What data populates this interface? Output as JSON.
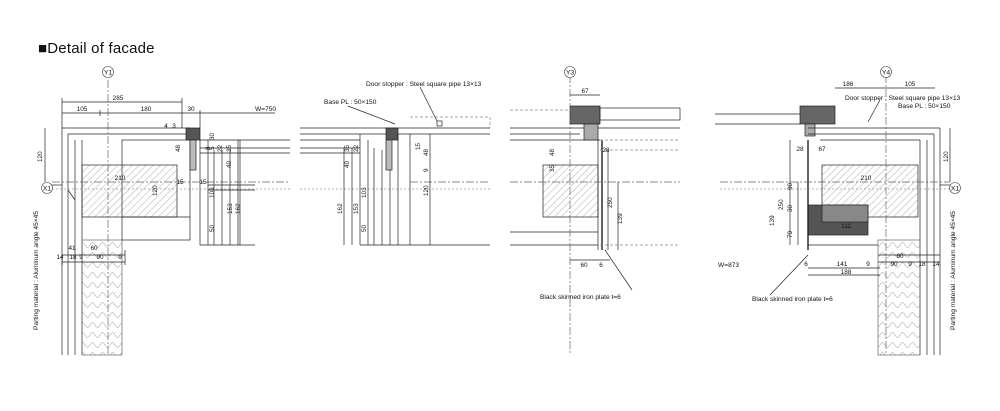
{
  "title": "■Detail of facade",
  "grid_tags": {
    "y1": "Y1",
    "y3": "Y3",
    "y4": "Y4",
    "x1_left": "X1",
    "x1_right": "X1"
  },
  "labels": {
    "door_stopper": "Door stopper : Steel square pipe 13×13",
    "base_pl_mid": "Base PL : 50×150",
    "base_pl_right": "Base PL : 50×150",
    "door_stopper_right": "Door stopper : Steel square pipe 13×13",
    "parting_left": "Parting material : Aluminum angle 45×45",
    "parting_right": "Parting material : Aluminum angle 45×45",
    "iron_plate_mid": "Black skinned iron plate t=6",
    "iron_plate_right": "Black skinned iron plate t=6",
    "w750": "W=750",
    "w873": "W=873"
  },
  "dims": {
    "d285": "285",
    "d105a": "105",
    "d180": "180",
    "d30a": "30",
    "d120a": "120",
    "d210a": "210",
    "d120b": "120",
    "d41": "41",
    "d60a": "60",
    "d14a": "14",
    "d18a": "18",
    "d9a": "9",
    "d90a": "90",
    "d9b": "9",
    "d162a": "162",
    "d153a": "153",
    "d103a": "103",
    "d50a": "50",
    "d40a": "40",
    "d35a": "35",
    "d22a": "22",
    "d15a": "15",
    "d15b": "15",
    "d5a": "5",
    "d30b": "30",
    "d48a": "48",
    "d4a": "4",
    "d3a": "3",
    "d8a": "8",
    "d162b": "162",
    "d153b": "153",
    "d103b": "103",
    "d50b": "50",
    "d40b": "40",
    "d35b": "35",
    "d22b": "22",
    "d120c": "120",
    "d48b": "48",
    "d15c": "15",
    "d9c": "9",
    "d67a": "67",
    "d250a": "250",
    "d139a": "139",
    "d60b": "60",
    "d6a": "6",
    "d28a": "28",
    "d35c": "35",
    "d48c": "48",
    "d186": "186",
    "d105b": "105",
    "d67b": "67",
    "d28b": "28",
    "d210b": "210",
    "d90b": "90",
    "d30c": "30",
    "d111": "111",
    "d79": "79",
    "d250b": "250",
    "d139b": "139",
    "d141": "141",
    "d188": "188",
    "d6b": "6",
    "d60c": "60",
    "d9d": "9",
    "d18b": "18",
    "d14b": "14",
    "d9e": "9",
    "d90c": "90",
    "d120d": "120"
  }
}
